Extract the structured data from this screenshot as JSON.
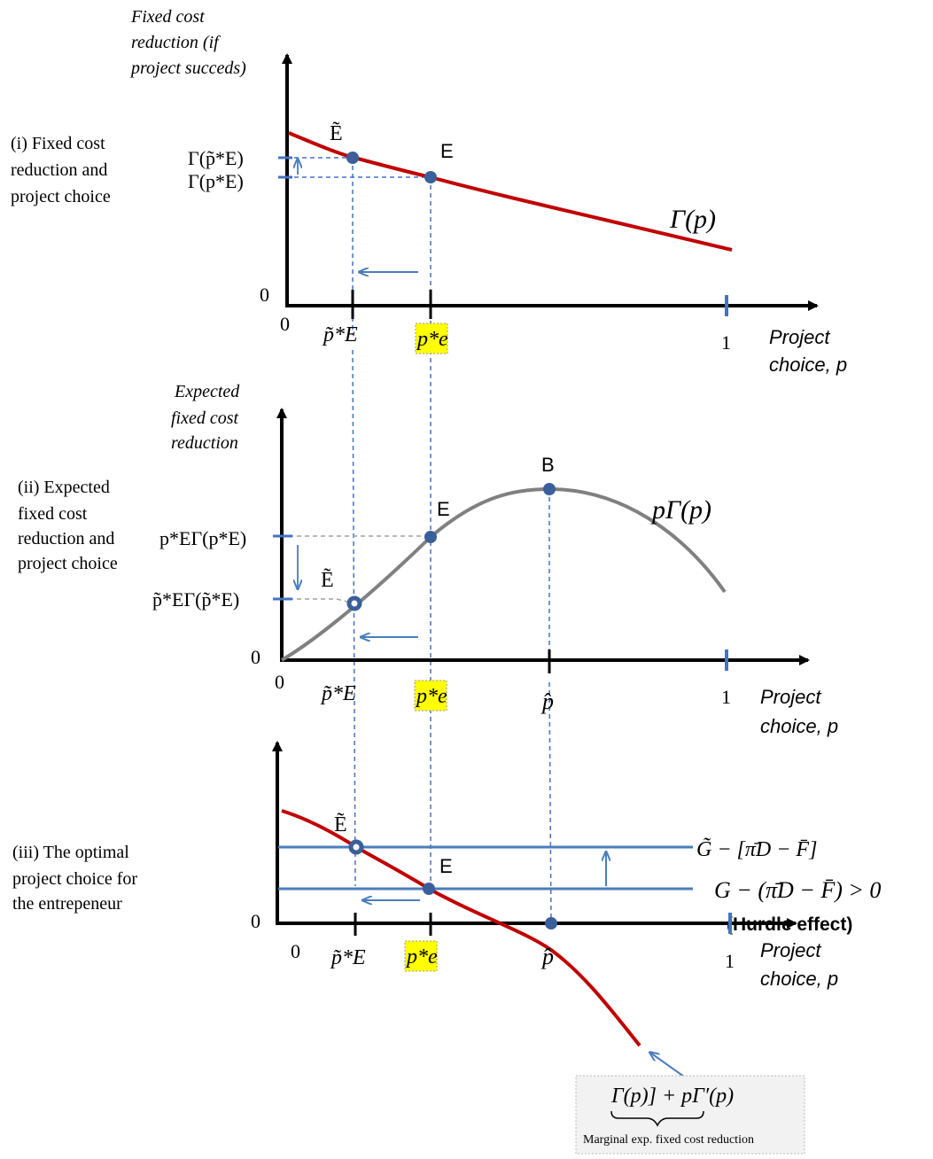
{
  "colors": {
    "axis": "#000000",
    "gamma_curve": "#c00000",
    "expected_curve": "#808080",
    "guide": "#4472c4",
    "arrow": "#4a7ebb",
    "highlight": "#ffff00",
    "point": "#3a5f9a"
  },
  "panel1": {
    "y_label": [
      "Fixed cost",
      "reduction (if",
      "project succeds)"
    ],
    "side_label": [
      "(i) Fixed cost",
      "reduction and",
      "project choice"
    ],
    "ytick_upper": "Γ(p̃*E)",
    "ytick_lower": "Γ(p*E)",
    "point_tilde": "Ẽ",
    "point_e": "E",
    "curve_label": "Γ(p)",
    "origin_y": "0",
    "origin_x": "0",
    "xtick_tilde": "p̃*E",
    "xtick_star": "p*e",
    "xtick_one": "1",
    "x_label": [
      "Project",
      "choice, p"
    ]
  },
  "panel2": {
    "y_label": [
      "Expected",
      "fixed cost",
      "reduction"
    ],
    "side_label": [
      "(ii) Expected",
      "fixed cost",
      "reduction and",
      "project choice"
    ],
    "ytick_upper": "p*EΓ(p*E)",
    "ytick_lower": "p̃*EΓ(p̃*E)",
    "point_b": "B",
    "point_e": "E",
    "point_tilde": "Ẽ",
    "curve_label": "pΓ(p)",
    "origin_y": "0",
    "origin_x": "0",
    "xtick_tilde": "p̃*E",
    "xtick_star": "p*e",
    "xtick_hat": "p̂",
    "xtick_one": "1",
    "x_label": [
      "Project",
      "choice, p"
    ]
  },
  "panel3": {
    "side_label": [
      "(iii) The optimal",
      "project choice for",
      "the entrepeneur"
    ],
    "point_tilde": "Ẽ",
    "point_e": "E",
    "line_upper_label": "G̃ − [π̄D − F̄]",
    "line_lower_label": "G − (π̄D − F̄) > 0",
    "hurdle_label": "(Hurdle effect)",
    "origin_y": "0",
    "origin_x": "0",
    "xtick_tilde": "p̃*E",
    "xtick_star": "p*e",
    "xtick_hat": "p̂",
    "xtick_one": "1",
    "x_label": [
      "Project",
      "choice, p"
    ],
    "brace_formula": "Γ(p)]  + pΓ′(p)",
    "brace_caption": "Marginal exp. fixed cost reduction"
  }
}
